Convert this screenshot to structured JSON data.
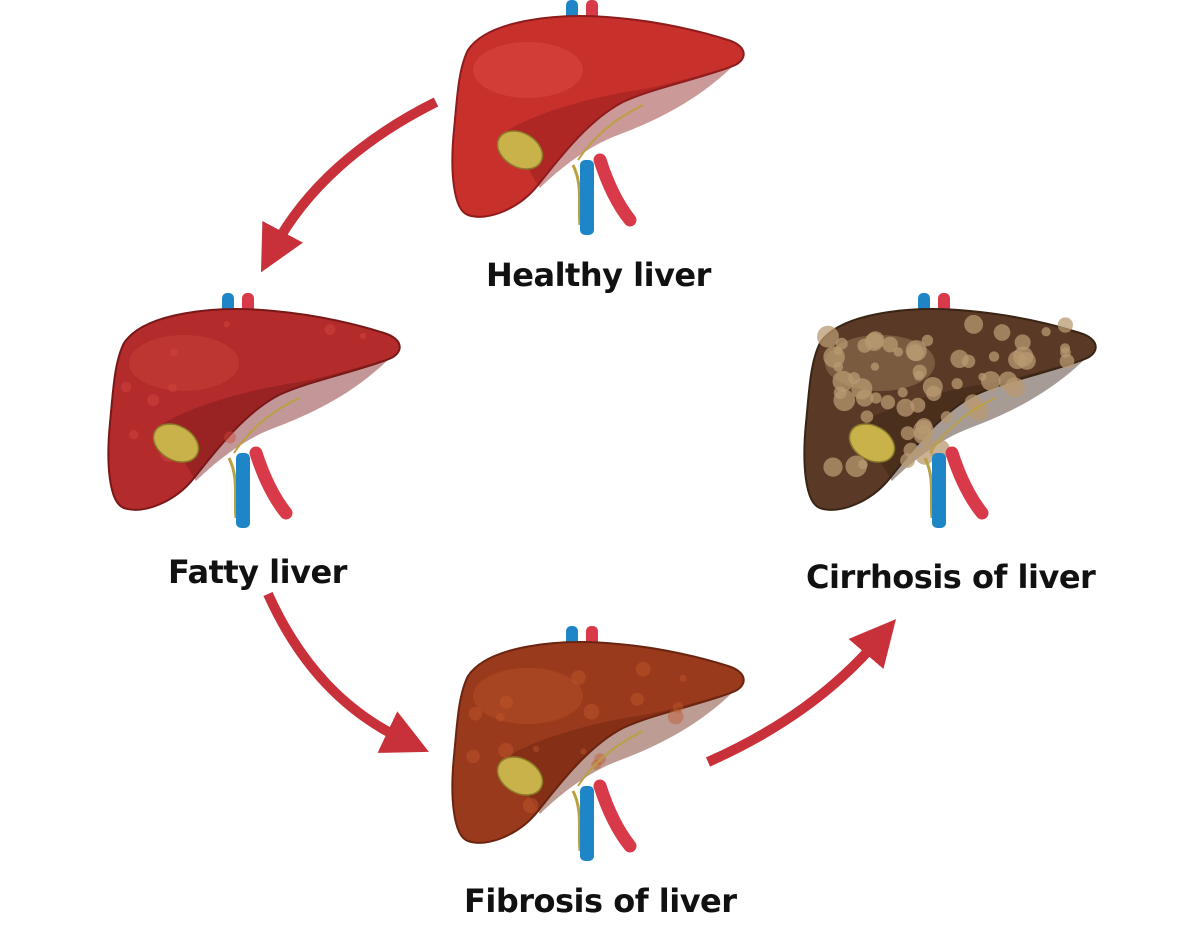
{
  "stages": [
    {
      "id": "healthy",
      "label": "Healthy liver",
      "tissue": "#c8302c",
      "highlight": "#e55a4e",
      "shadow": "#8f1c1c"
    },
    {
      "id": "fatty",
      "label": "Fatty liver",
      "tissue": "#b32b2b",
      "highlight": "#d24a40",
      "shadow": "#7a1818"
    },
    {
      "id": "fibrosis",
      "label": "Fibrosis of liver",
      "tissue": "#9a3a1c",
      "highlight": "#c0582c",
      "shadow": "#6b2410"
    },
    {
      "id": "cirrhosis",
      "label": "Cirrhosis of liver",
      "tissue": "#5a3a26",
      "highlight": "#b89a72",
      "shadow": "#3a2414"
    }
  ],
  "colors": {
    "arrow": "#c9313a",
    "vein": "#1e86c6",
    "artery": "#d83a4a",
    "gallbladder": "#c9b24a",
    "bile_duct": "#b9a040"
  }
}
